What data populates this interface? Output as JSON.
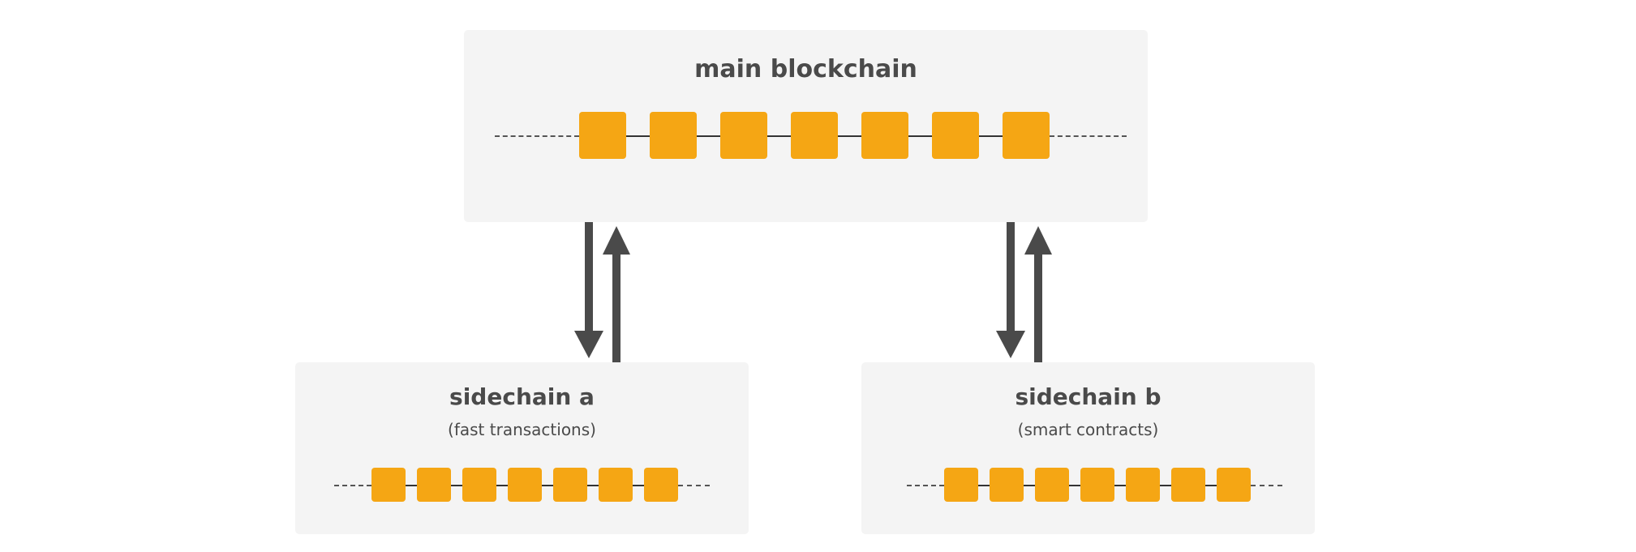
{
  "main": {
    "title": "main blockchain",
    "block_count": 7
  },
  "sidechain_a": {
    "title": "sidechain a",
    "subtitle": "(fast transactions)",
    "block_count": 7
  },
  "sidechain_b": {
    "title": "sidechain b",
    "subtitle": "(smart contracts)",
    "block_count": 7
  },
  "colors": {
    "block": "#f5a614",
    "panel": "#f4f4f4",
    "text": "#4a4a4a",
    "arrow": "#4a4a4a"
  }
}
